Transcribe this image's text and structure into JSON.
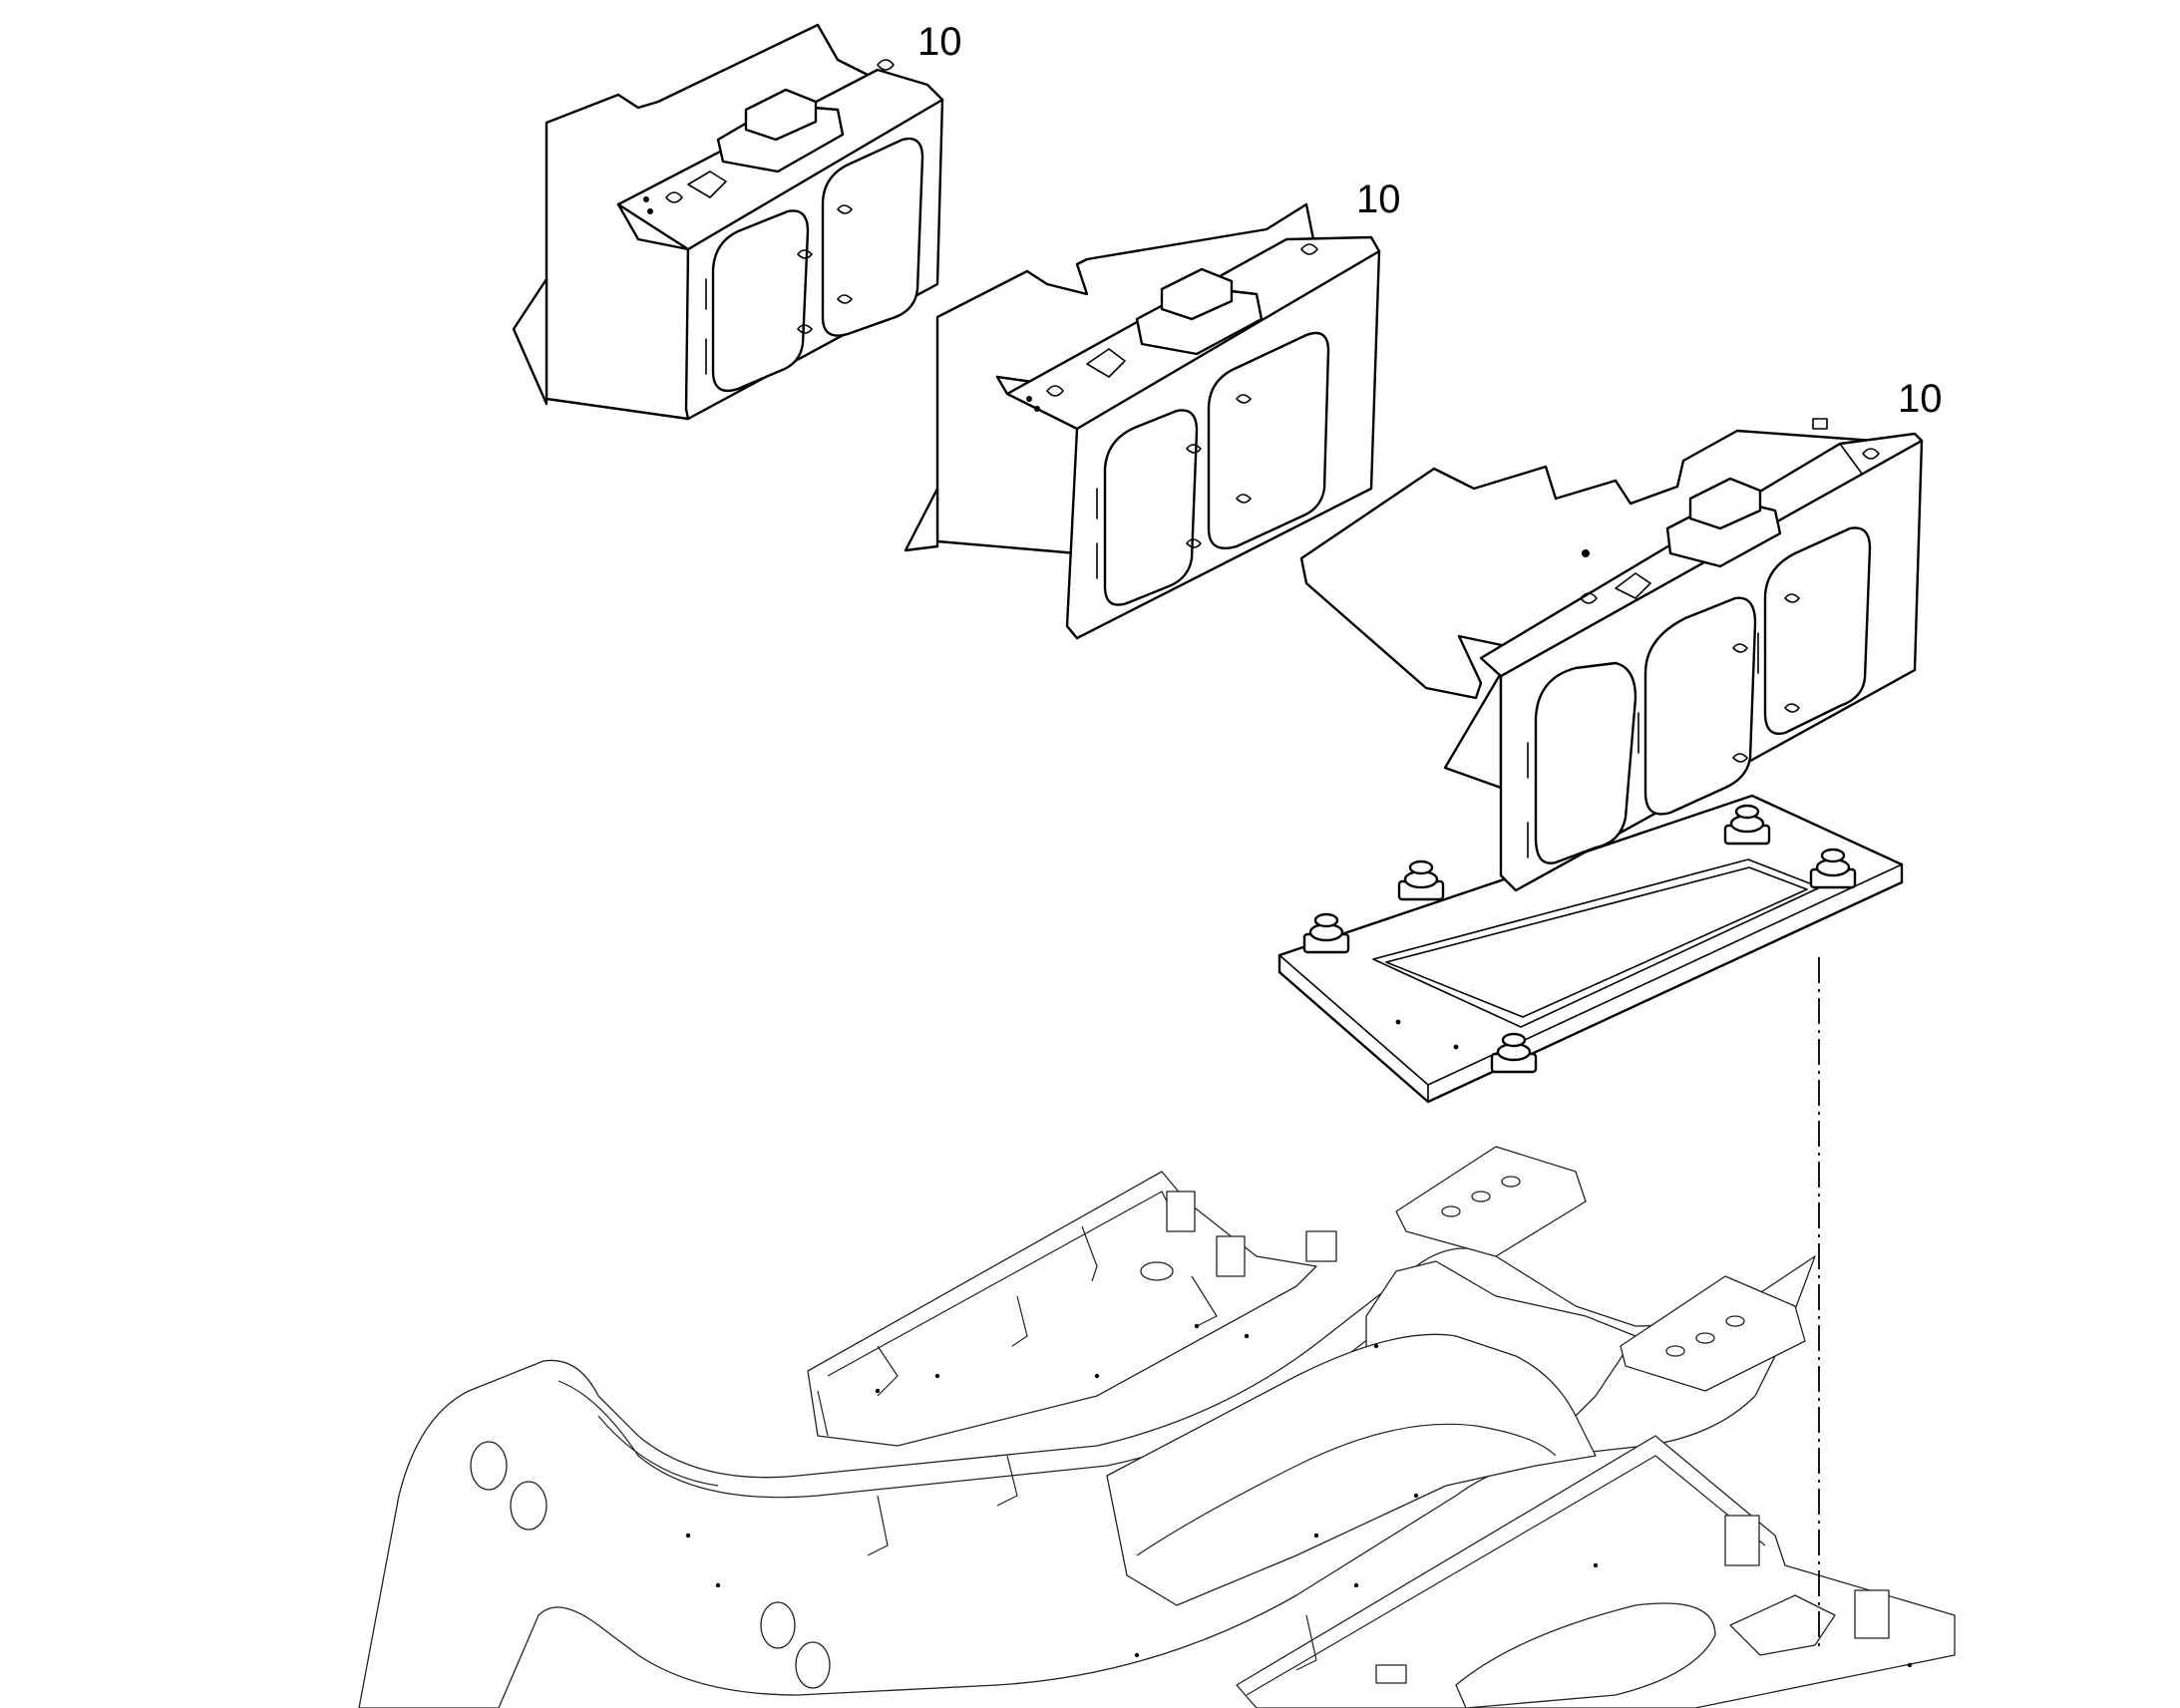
{
  "callouts": [
    {
      "label": "10"
    },
    {
      "label": "10"
    },
    {
      "label": "10"
    }
  ]
}
